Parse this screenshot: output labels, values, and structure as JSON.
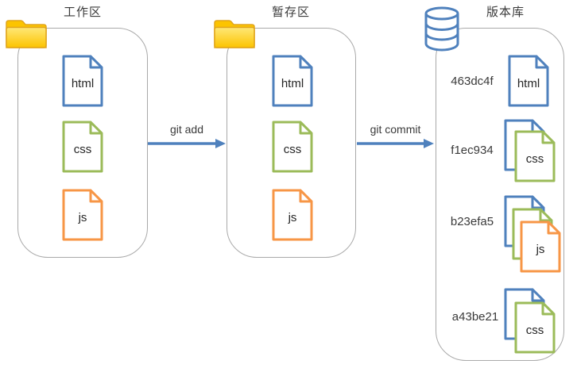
{
  "colors": {
    "file_blue": "#4f81bd",
    "file_green": "#9bbb59",
    "file_orange": "#f79646",
    "arrow_blue": "#4f81bd",
    "database_blue": "#4f81bd",
    "box_border": "#a9a9a9",
    "folder_light": "#ffe878",
    "folder_dark": "#fcc400",
    "folder_border": "#e0a51d",
    "text": "#3a3a3a"
  },
  "working_area": {
    "title": "工作区",
    "files": [
      {
        "label": "html",
        "color": "blue"
      },
      {
        "label": "css",
        "color": "green"
      },
      {
        "label": "js",
        "color": "orange"
      }
    ]
  },
  "staging_area": {
    "title": "暂存区",
    "files": [
      {
        "label": "html",
        "color": "blue"
      },
      {
        "label": "css",
        "color": "green"
      },
      {
        "label": "js",
        "color": "orange"
      }
    ]
  },
  "repository": {
    "title": "版本库",
    "commits": [
      {
        "hash": "463dc4f",
        "file_label": "html",
        "stack": [
          "blue"
        ]
      },
      {
        "hash": "f1ec934",
        "file_label": "css",
        "stack": [
          "blue",
          "green"
        ]
      },
      {
        "hash": "b23efa5",
        "file_label": "js",
        "stack": [
          "blue",
          "green",
          "orange"
        ]
      },
      {
        "hash": "a43be21",
        "file_label": "css",
        "stack": [
          "blue",
          "green"
        ]
      }
    ]
  },
  "arrows": [
    {
      "label": "git add"
    },
    {
      "label": "git commit"
    }
  ]
}
